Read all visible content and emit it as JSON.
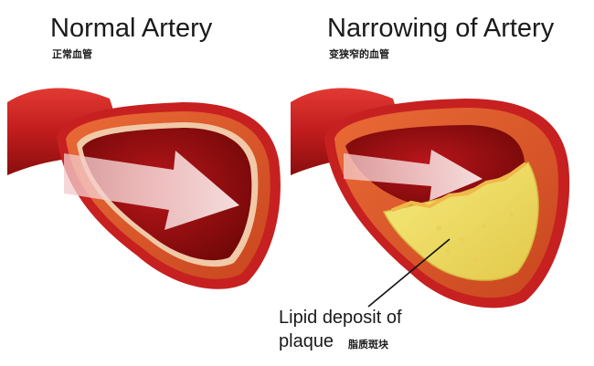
{
  "normal": {
    "title": "Normal Artery",
    "subtitle_cn": "正常血管"
  },
  "narrowing": {
    "title": "Narrowing of Artery",
    "subtitle_cn": "变狭窄的血管"
  },
  "callout": {
    "line1": "Lipid deposit of",
    "line2": "plaque",
    "cn": "脂质斑块"
  },
  "colors": {
    "vessel_outer": "#c81e1e",
    "vessel_dark": "#8e0c0c",
    "wall_orange": "#e0592a",
    "plaque_yellow": "#f3e36a",
    "arrow_pink": "#f7d4d4"
  }
}
